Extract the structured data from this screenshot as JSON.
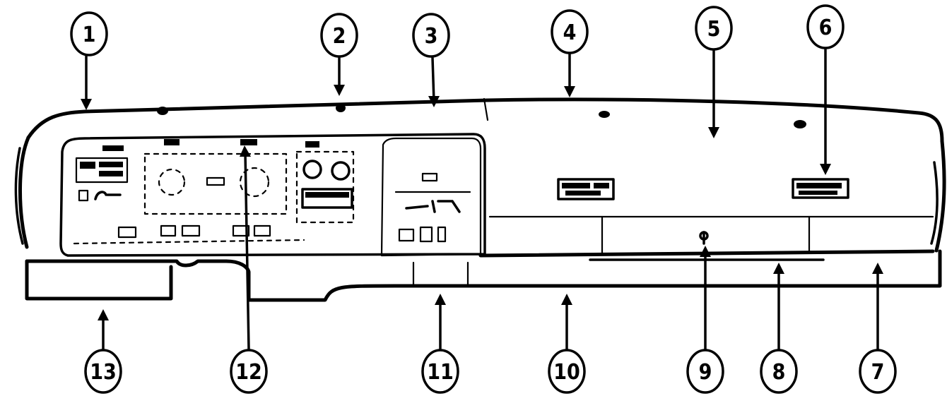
{
  "callouts": [
    {
      "number": "1"
    },
    {
      "number": "2"
    },
    {
      "number": "3"
    },
    {
      "number": "4"
    },
    {
      "number": "5"
    },
    {
      "number": "6"
    },
    {
      "number": "7"
    },
    {
      "number": "8"
    },
    {
      "number": "9"
    },
    {
      "number": "10"
    },
    {
      "number": "11"
    },
    {
      "number": "12"
    },
    {
      "number": "13"
    }
  ],
  "colors": {
    "ink": "#000000",
    "background": "#ffffff"
  }
}
